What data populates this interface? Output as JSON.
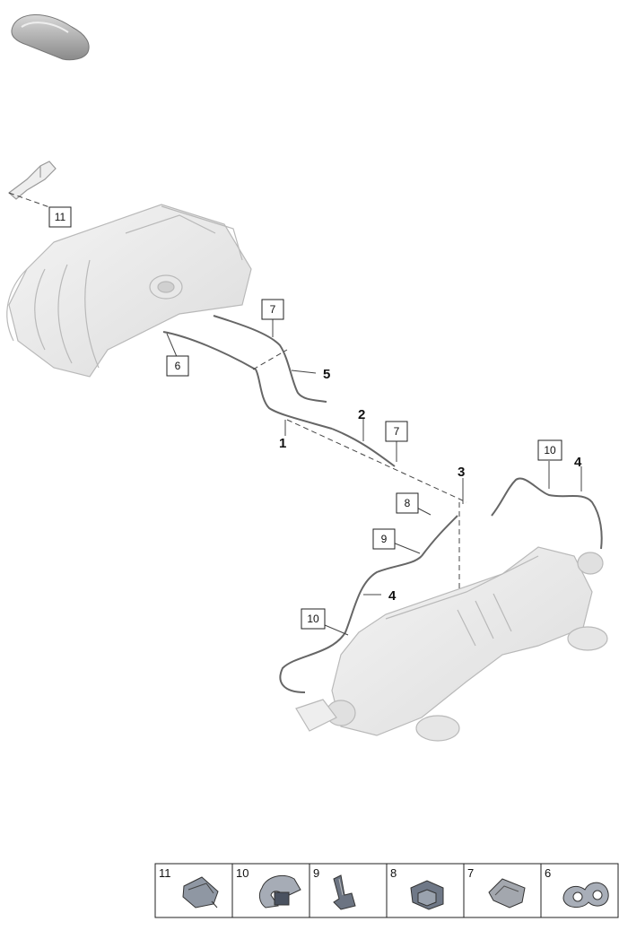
{
  "callouts": {
    "c1": "1",
    "c2": "2",
    "c3": "3",
    "c4a": "4",
    "c4b": "4",
    "c5": "5",
    "c6": "6",
    "c7a": "7",
    "c7b": "7",
    "c8": "8",
    "c9": "9",
    "c10a": "10",
    "c10b": "10",
    "c11": "11"
  },
  "legend": {
    "cells": [
      "11",
      "10",
      "9",
      "8",
      "7",
      "6"
    ]
  },
  "icons": {
    "car": "car-silhouette-icon",
    "manifold": "intake-manifold-part",
    "muffler": "rear-silencer-part"
  }
}
